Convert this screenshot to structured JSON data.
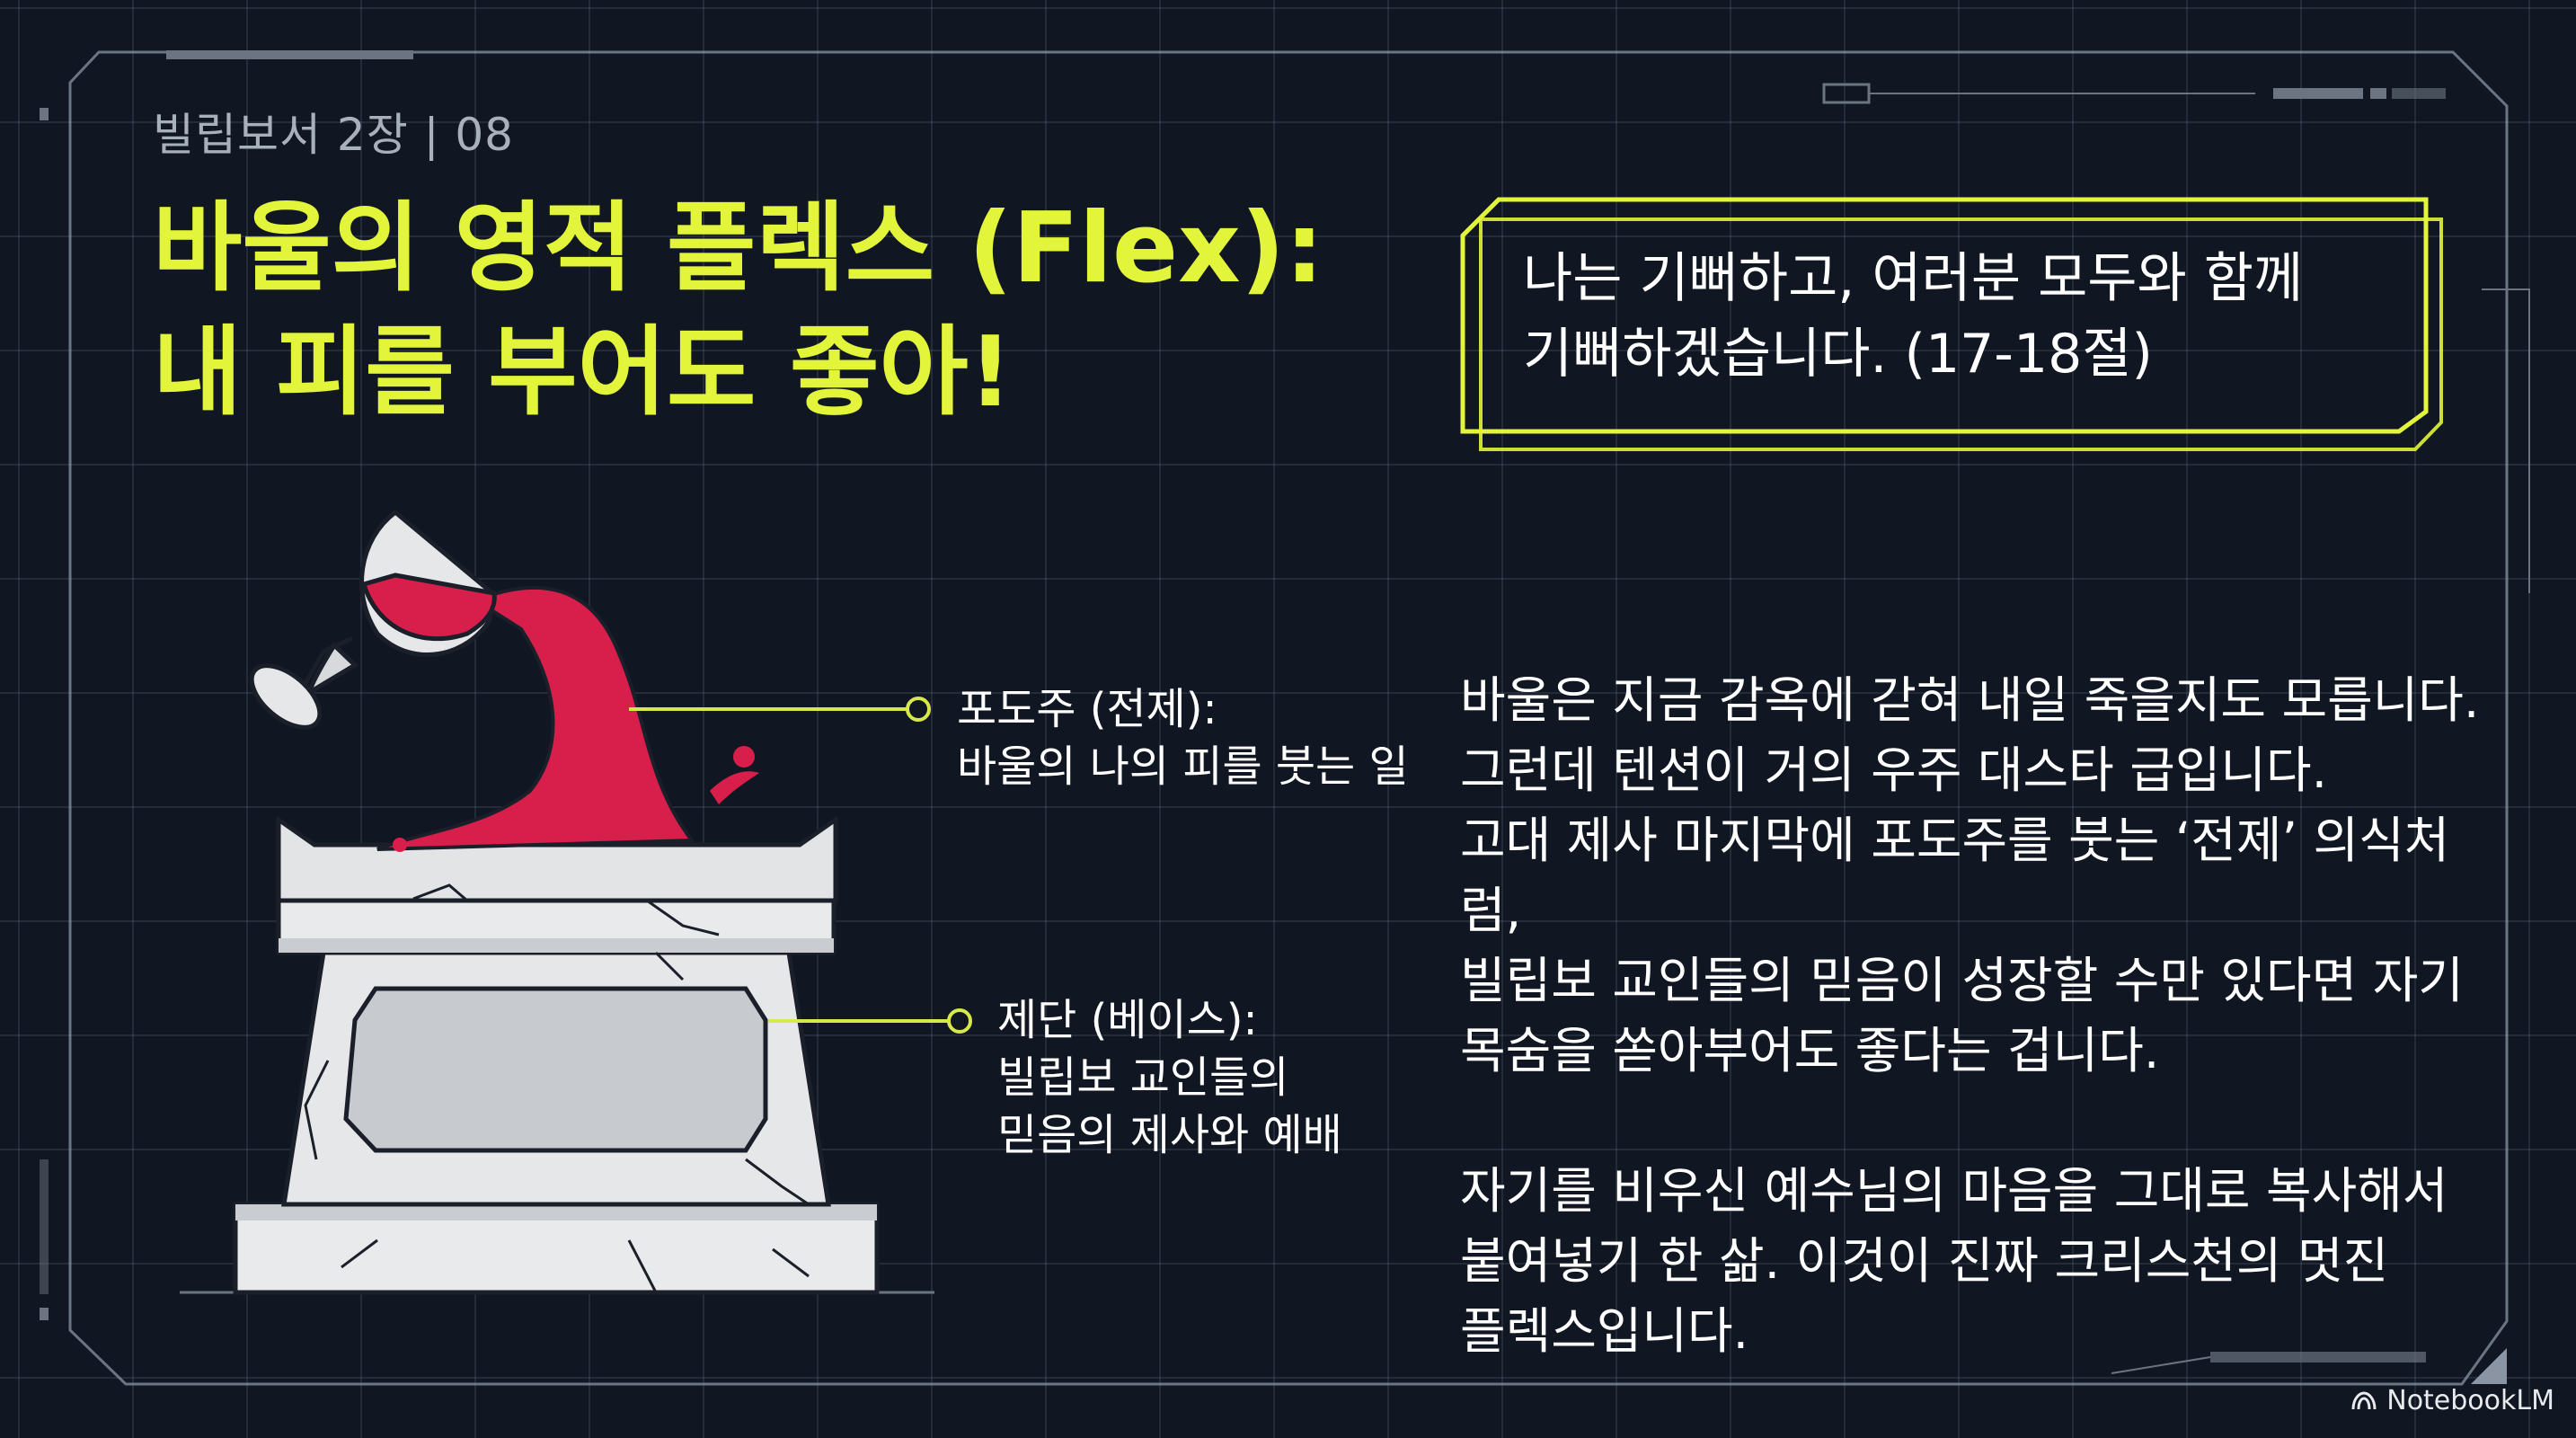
{
  "slide": {
    "chapter": "빌립보서 2장 | 08",
    "title_line1": "바울의 영적 플렉스 (Flex):",
    "title_line2": "내 피를 부어도 좋아!",
    "quote_line1": "나는 기뻐하고, 여러분 모두와 함께",
    "quote_line2": "기뻐하겠습니다. (17-18절)",
    "body_p1": [
      "바울은 지금 감옥에 갇혀 내일 죽을지도 모릅니다.",
      "그런데 텐션이 거의 우주 대스타 급입니다.",
      "고대 제사 마지막에 포도주를 붓는 ‘전제’ 의식처럼,",
      "빌립보 교인들의 믿음이 성장할 수만 있다면 자기",
      "목숨을 쏟아부어도 좋다는 겁니다."
    ],
    "body_p2": [
      "자기를 비우신 예수님의 마음을 그대로 복사해서",
      "붙여넣기 한 삶. 이것이 진짜 크리스천의 멋진",
      "플렉스입니다."
    ]
  },
  "callouts": {
    "wine": {
      "line1": "포도주 (전제):",
      "line2": "바울의 나의 피를 붓는 일"
    },
    "altar": {
      "line1": "제단 (베이스):",
      "line2": "빌립보 교인들의",
      "line3": "믿음의 제사와 예배"
    }
  },
  "brand": {
    "label": "NotebookLM"
  },
  "colors": {
    "background": "#111722",
    "accent": "#e2f53a",
    "wine": "#d81e4a",
    "text": "#ffffff",
    "muted": "#a8b0bb"
  }
}
